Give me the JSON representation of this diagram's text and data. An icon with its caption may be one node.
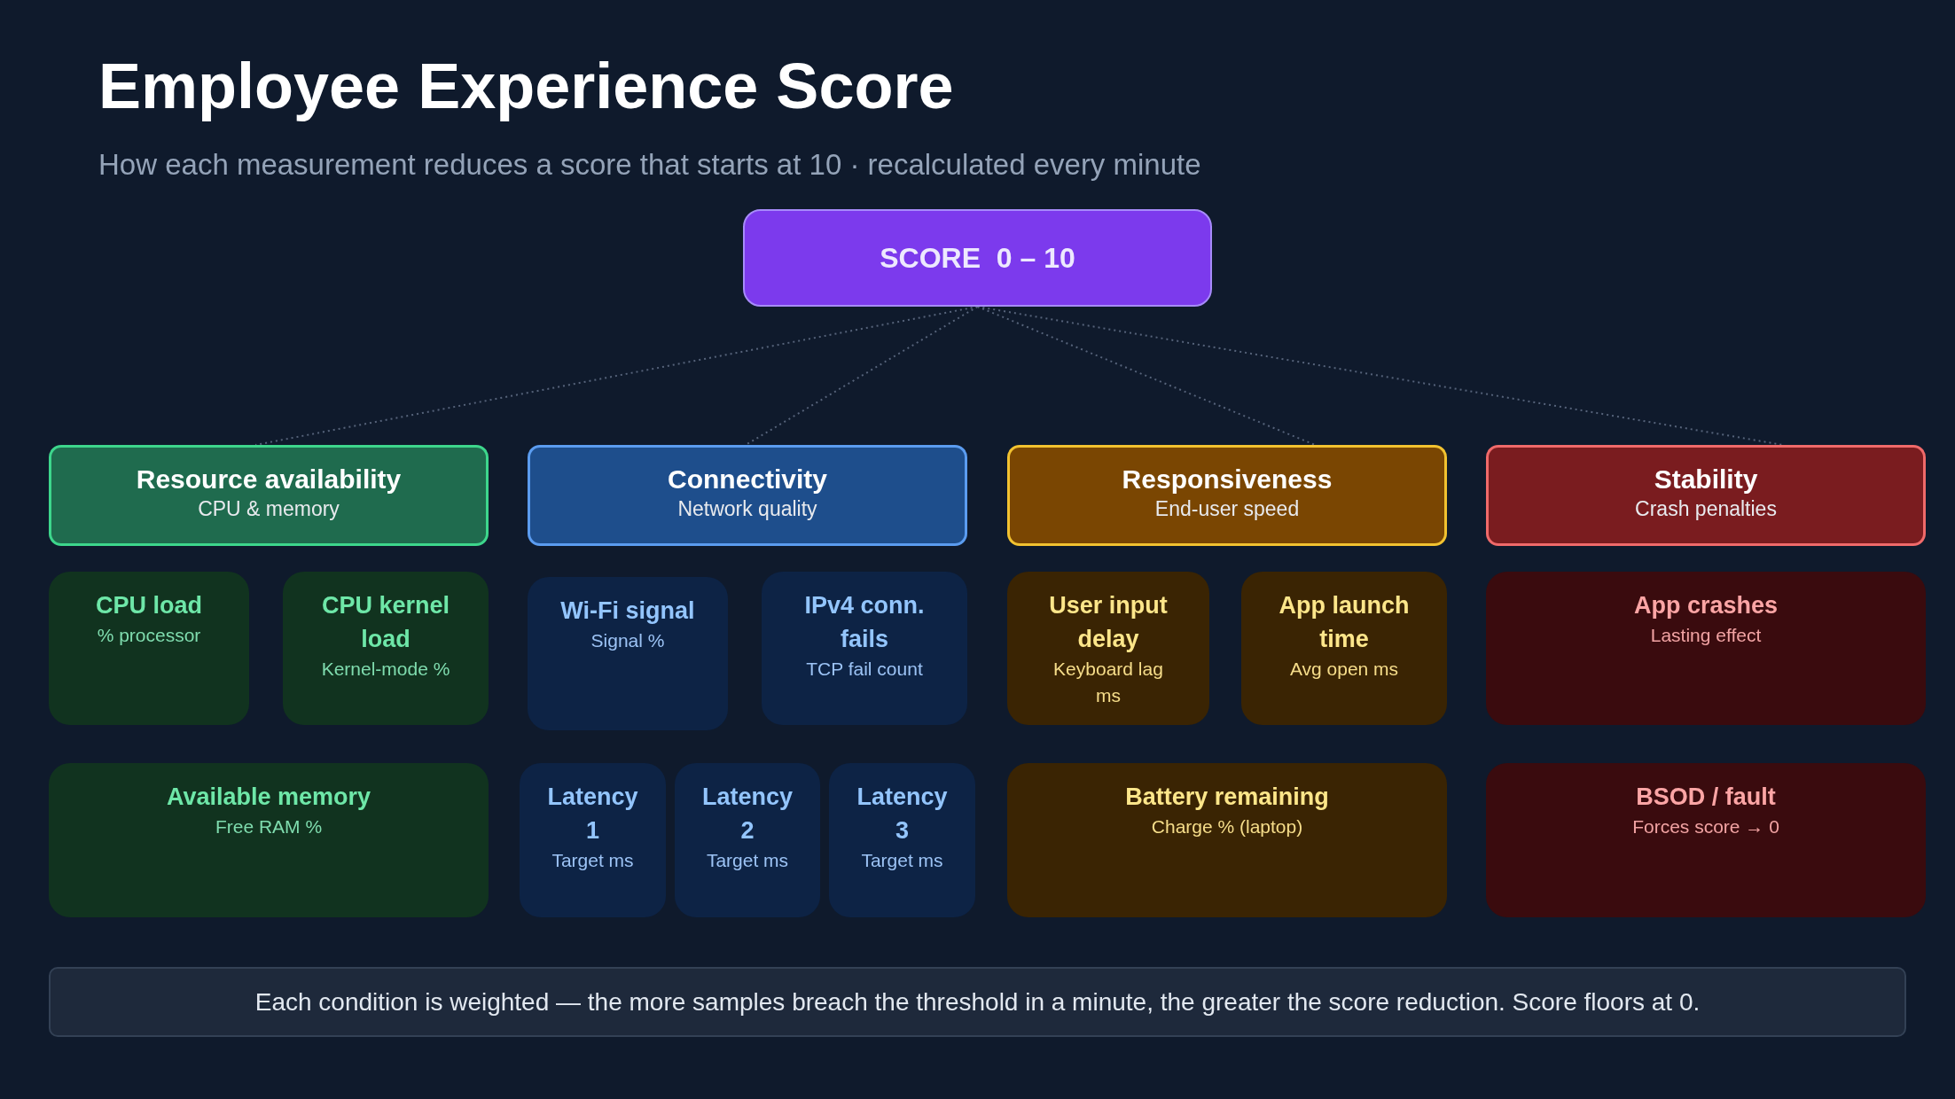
{
  "diagram": {
    "title": "Employee Experience Score",
    "nodes": [
      {
        "text": [
          "SCORE  0 – 10"
        ]
      },
      {
        "text": [
          "Resource availability",
          "CPU & memory"
        ]
      },
      {
        "text": [
          "Connectivity",
          "Network quality"
        ]
      },
      {
        "text": [
          "Responsiveness",
          "End-user speed"
        ]
      },
      {
        "text": [
          "Stability",
          "Crash penalties"
        ]
      },
      {
        "text": [
          "CPU load",
          "% processor"
        ]
      },
      {
        "text": [
          "CPU kernel load",
          "Kernel-mode %"
        ]
      },
      {
        "text": [
          "Wi-Fi signal",
          "Signal %"
        ]
      },
      {
        "text": [
          "IPv4 conn. fails",
          "TCP fail count"
        ]
      },
      {
        "text": [
          "User input delay",
          "Keyboard lag ms"
        ]
      },
      {
        "text": [
          "App launch time",
          "Avg open ms"
        ]
      },
      {
        "text": [
          "App crashes",
          "Lasting effect"
        ]
      },
      {
        "text": [
          "Available memory",
          "Free RAM %"
        ]
      },
      {
        "text": [
          "Latency 1",
          "Target ms"
        ]
      },
      {
        "text": [
          "Latency 2",
          "Target ms"
        ]
      },
      {
        "text": [
          "Latency 3",
          "Target ms"
        ]
      },
      {
        "text": [
          "Battery remaining",
          "Charge % (laptop)"
        ]
      },
      {
        "text": [
          "BSOD / fault",
          "Forces score → 0"
        ]
      },
      {
        "text": [
          "Each condition is weighted — the more samples breach the threshold in a minute, the greater the score reduction. Score floors at 0."
        ]
      }
    ],
    "edges": [
      {
        "from": 0,
        "to": 1,
        "arrow": "none"
      },
      {
        "from": 0,
        "to": 2,
        "arrow": "none"
      },
      {
        "from": 0,
        "to": 3,
        "arrow": "none"
      },
      {
        "from": 0,
        "to": 4,
        "arrow": "none"
      }
    ],
    "labels": [
      "How each measurement reduces a score that starts at 10 · recalculated every minute"
    ]
  }
}
